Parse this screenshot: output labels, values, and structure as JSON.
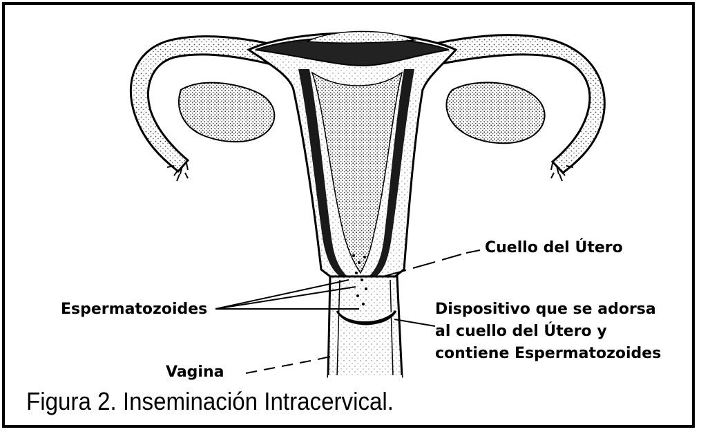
{
  "labels": {
    "cervix": "Cuello del Útero",
    "sperm": "Espermatozoides",
    "device_line1": "Dispositivo que se adorsa",
    "device_line2": "al cuello del Útero y",
    "device_line3": "contiene Espermatozoides",
    "vagina": "Vagina"
  },
  "caption": "Figura 2. Inseminación Intracervical."
}
